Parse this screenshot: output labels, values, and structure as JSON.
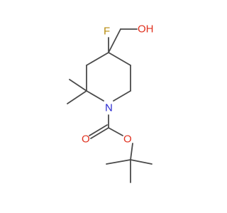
{
  "molecule": {
    "colors": {
      "bond": "#4a4a4a",
      "carbon": "#4a4a4a",
      "oxygen": "#e0301e",
      "nitrogen": "#2828d0",
      "fluorine": "#b5890a"
    },
    "atom_labels": {
      "fluorine": "F",
      "hydroxyl": "OH",
      "nitrogen": "N",
      "carbonyl_oxygen": "O",
      "ester_oxygen": "O"
    }
  }
}
